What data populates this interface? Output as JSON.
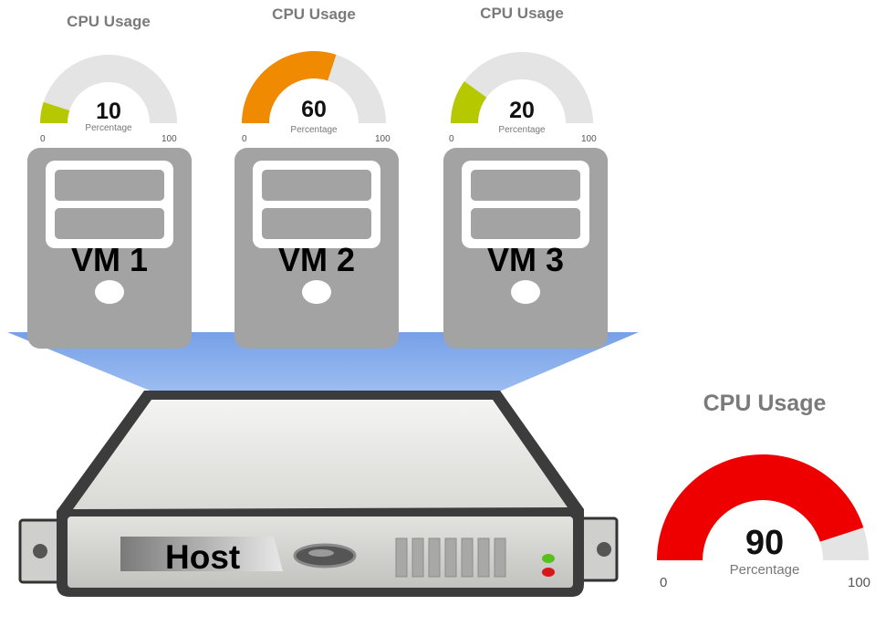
{
  "gauges": [
    {
      "title": "CPU Usage",
      "value": "10",
      "unit": "Percentage",
      "min": "0",
      "max": "100",
      "fraction": 0.1,
      "color": "#b5c800"
    },
    {
      "title": "CPU Usage",
      "value": "60",
      "unit": "Percentage",
      "min": "0",
      "max": "100",
      "fraction": 0.6,
      "color": "#f08a00"
    },
    {
      "title": "CPU Usage",
      "value": "20",
      "unit": "Percentage",
      "min": "0",
      "max": "100",
      "fraction": 0.2,
      "color": "#b5c800"
    },
    {
      "title": "CPU Usage",
      "value": "90",
      "unit": "Percentage",
      "min": "0",
      "max": "100",
      "fraction": 0.9,
      "color": "#ee0000"
    }
  ],
  "vms": [
    {
      "label": "VM 1"
    },
    {
      "label": "VM 2"
    },
    {
      "label": "VM 3"
    }
  ],
  "host": {
    "label": "Host"
  },
  "colors": {
    "gauge_track": "#e4e4e4",
    "server_gray": "#a3a3a3",
    "projection_blue": "#7ea6e8",
    "led_green": "#55c21b",
    "led_red": "#d81818"
  }
}
